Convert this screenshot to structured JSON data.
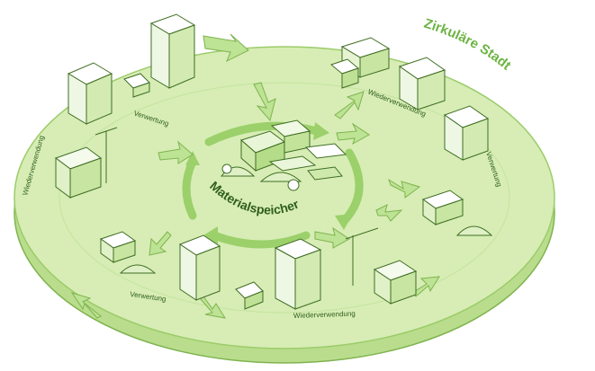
{
  "title": "Zirkuläre Stadt",
  "center_label": "Materialspeicher",
  "labels": {
    "top_left_verwertung": "Verwertung",
    "left_wiederverwendung": "Wiederverwendung",
    "top_right_wiederverwendung": "Wiederverwendung",
    "right_verwertung": "Verwertung",
    "bottom_left_verwertung": "Verwertung",
    "bottom_wiederverwendung": "Wiederverwendung"
  },
  "colors": {
    "disc_fill": "#d7edb5",
    "disc_edge": "#a9d27a",
    "arrow_fill": "#bde394",
    "line": "#4d7f2c",
    "title": "#6cb443",
    "label": "#2f5e1c"
  }
}
